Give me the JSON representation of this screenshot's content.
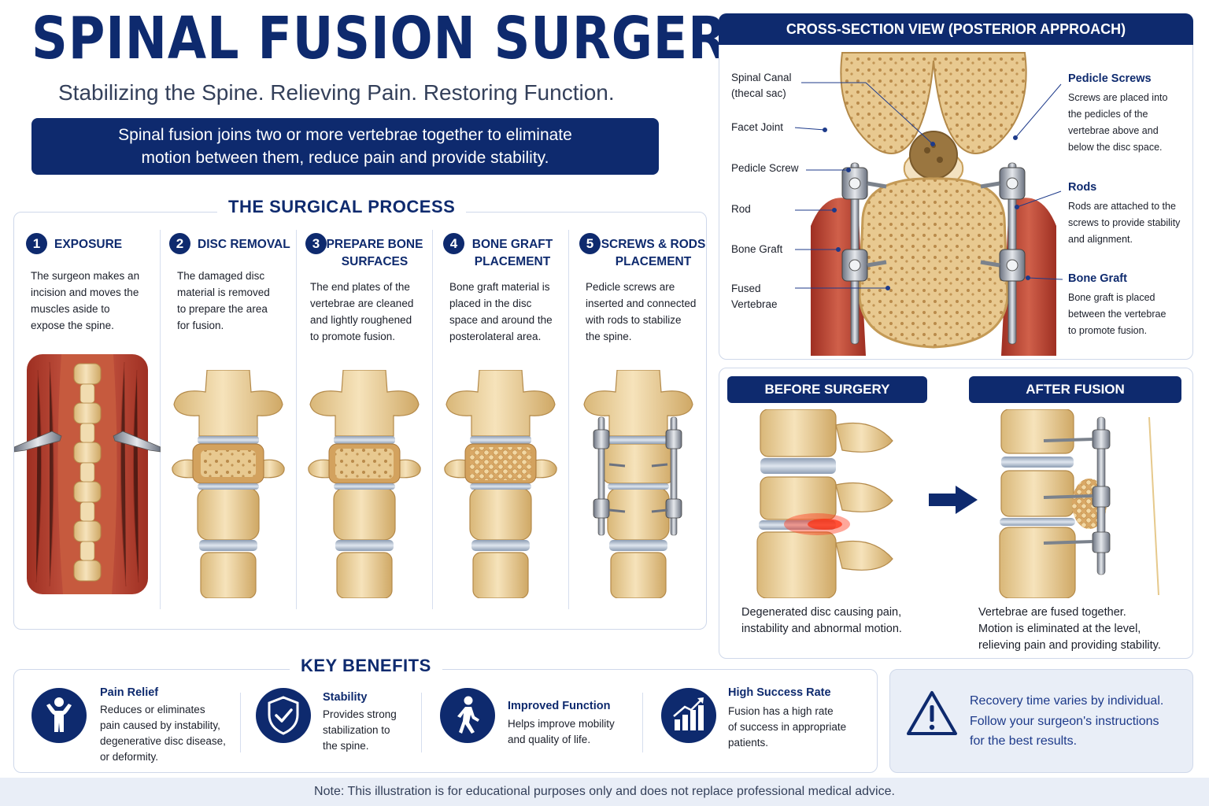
{
  "header": {
    "title": "SPINAL FUSION SURGERY",
    "subtitle": "Stabilizing the Spine. Relieving Pain. Restoring Function.",
    "intro_line1": "Spinal fusion joins two or more vertebrae together to eliminate",
    "intro_line2": "motion between them, reduce pain and provide stability."
  },
  "process": {
    "title": "THE SURGICAL PROCESS",
    "steps": [
      {
        "num": "1",
        "title_line1": "EXPOSURE",
        "title_line2": "",
        "desc": [
          "The surgeon makes an",
          "incision and moves the",
          "muscles aside to",
          "expose the spine."
        ]
      },
      {
        "num": "2",
        "title_line1": "DISC REMOVAL",
        "title_line2": "",
        "desc": [
          "The damaged disc",
          "material is removed",
          "to prepare the area",
          "for fusion."
        ]
      },
      {
        "num": "3",
        "title_line1": "PREPARE BONE",
        "title_line2": "SURFACES",
        "desc": [
          "The end plates of the",
          "vertebrae are cleaned",
          "and lightly roughened",
          "to promote fusion."
        ]
      },
      {
        "num": "4",
        "title_line1": "BONE GRAFT",
        "title_line2": "PLACEMENT",
        "desc": [
          "Bone graft material is",
          "placed in the disc",
          "space and around the",
          "posterolateral area."
        ]
      },
      {
        "num": "5",
        "title_line1": "SCREWS & RODS",
        "title_line2": "PLACEMENT",
        "desc": [
          "Pedicle screws are",
          "inserted and connected",
          "with rods to stabilize",
          "the spine."
        ]
      }
    ]
  },
  "cross_section": {
    "title": "CROSS-SECTION VIEW (POSTERIOR APPROACH)",
    "left_labels": {
      "canal_1": "Spinal Canal",
      "canal_2": "(thecal sac)",
      "facet": "Facet Joint",
      "screw": "Pedicle Screw",
      "rod": "Rod",
      "graft": "Bone Graft",
      "fused_1": "Fused",
      "fused_2": "Vertebrae"
    },
    "right_labels": [
      {
        "title": "Pedicle Screws",
        "desc": [
          "Screws are placed into",
          "the pedicles of the",
          "vertebrae above and",
          "below the disc space."
        ]
      },
      {
        "title": "Rods",
        "desc": [
          "Rods are attached to the",
          "screws to provide stability",
          "and alignment."
        ]
      },
      {
        "title": "Bone Graft",
        "desc": [
          "Bone graft is placed",
          "between the vertebrae",
          "to promote fusion."
        ]
      }
    ]
  },
  "before_after": {
    "before_title": "BEFORE SURGERY",
    "after_title": "AFTER FUSION",
    "before_desc": [
      "Degenerated disc causing pain,",
      "instability and abnormal motion."
    ],
    "after_desc": [
      "Vertebrae are fused together.",
      "Motion is eliminated at the level,",
      "relieving pain and providing stability."
    ]
  },
  "benefits": {
    "title": "KEY BENEFITS",
    "items": [
      {
        "title": "Pain Relief",
        "icon": "person-icon",
        "desc": [
          "Reduces or eliminates",
          "pain caused by instability,",
          "degenerative disc disease,",
          "or deformity."
        ]
      },
      {
        "title": "Stability",
        "icon": "shield-check-icon",
        "desc": [
          "Provides strong",
          "stabilization to",
          "the spine."
        ]
      },
      {
        "title": "Improved Function",
        "icon": "walking-person-icon",
        "desc": [
          "Helps improve mobility",
          "and quality of life."
        ]
      },
      {
        "title": "High Success Rate",
        "icon": "bar-chart-up-icon",
        "desc": [
          "Fusion has a high rate",
          "of success in appropriate",
          "patients."
        ]
      }
    ]
  },
  "recovery": {
    "icon": "warning-icon",
    "lines": [
      "Recovery time varies by individual.",
      "Follow your surgeon's instructions",
      "for the best results."
    ]
  },
  "note": "Note: This illustration is for educational purposes only and does not replace professional medical advice.",
  "colors": {
    "navy": "#0e2a6e",
    "bone": "#ecd3a0",
    "muscle": "#b8422f",
    "disc": "#b7c4d6",
    "metal": "#9aa1aa"
  }
}
